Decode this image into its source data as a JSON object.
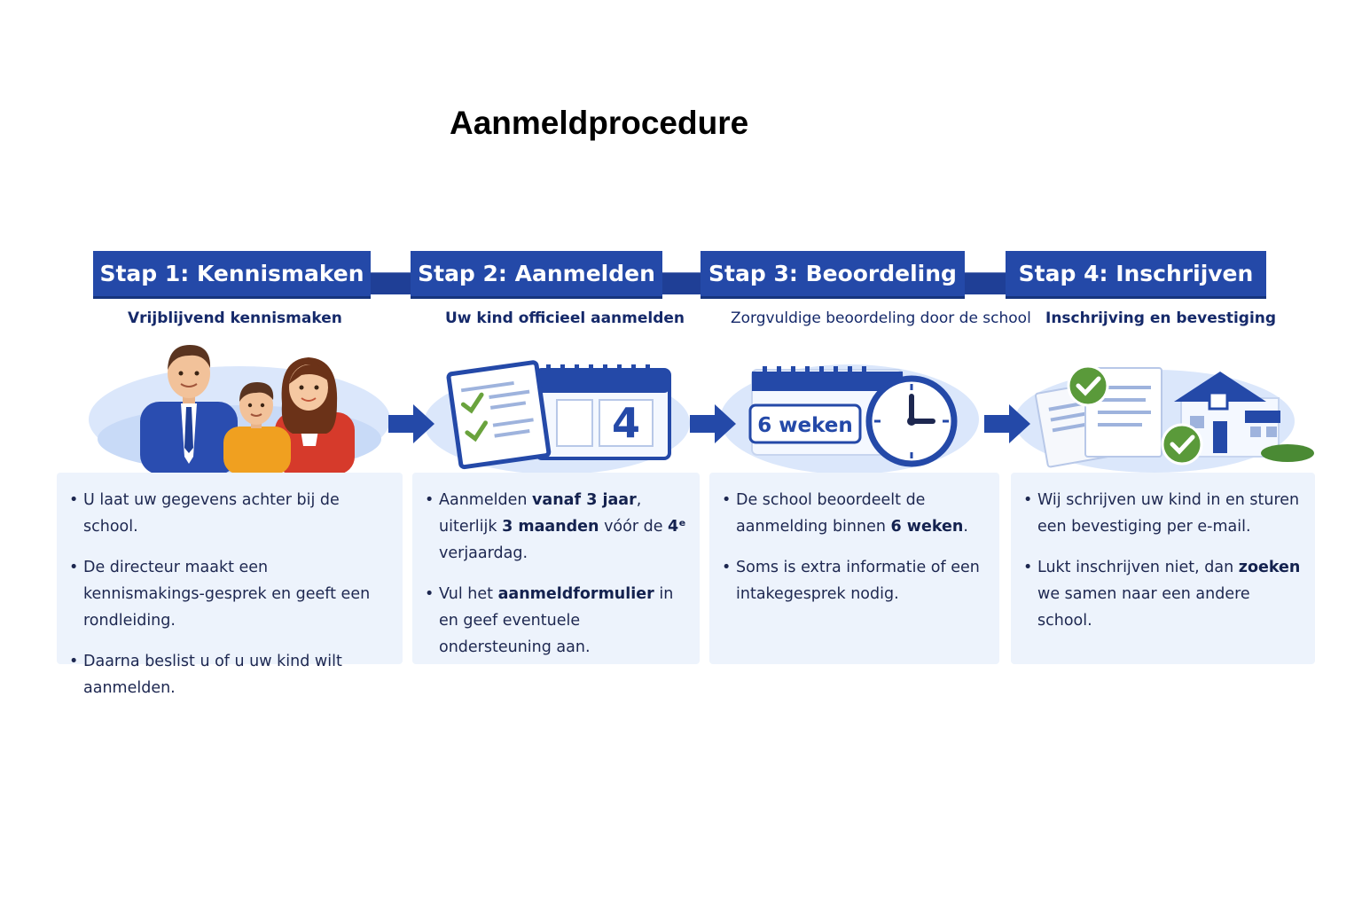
{
  "title": "Aanmeldprocedure",
  "colors": {
    "primary_blue": "#2449a8",
    "dark_blue": "#16347d",
    "card_background": "#edf3fc",
    "check_green": "#5a9a3a",
    "text_dark": "#1d2750"
  },
  "steps": [
    {
      "heading": "Stap 1: Kennismaken",
      "subtitle": "Vrijblijvend kennismaken",
      "illustration": "family-icon",
      "bullets": [
        {
          "text": "U laat uw gegevens achter bij de school."
        },
        {
          "text": "De directeur maakt een kennismakings-gesprek en geeft een rondleiding."
        },
        {
          "text": "Daarna beslist u of u uw kind wilt aanmelden."
        }
      ]
    },
    {
      "heading": "Stap 2: Aanmelden",
      "subtitle": "Uw kind officieel aanmelden",
      "illustration": "checklist-calendar-icon",
      "calendar_number": "4",
      "bullets": [
        {
          "pre": "Aanmelden ",
          "bold1": "vanaf 3 jaar",
          "mid": ", uiterlijk ",
          "bold2": "3 maanden",
          "mid2": " vóór de ",
          "bold3": "4ᵉ",
          "post": " verjaardag."
        },
        {
          "pre": "Vul het ",
          "bold1": "aanmeldformulier",
          "post": " in en geef eventuele ondersteuning aan."
        }
      ]
    },
    {
      "heading": "Stap 3: Beoordeling",
      "subtitle": "Zorgvuldige beoordeling door de school",
      "illustration": "calendar-clock-icon",
      "badge": "6 weken",
      "bullets": [
        {
          "pre": "De school beoordeelt de aanmelding binnen ",
          "bold1": "6 weken",
          "post": "."
        },
        {
          "pre": "Soms is extra informatie of een intakegesprek nodig."
        }
      ]
    },
    {
      "heading": "Stap 4: Inschrijven",
      "subtitle": "Inschrijving en bevestiging",
      "illustration": "documents-school-check-icon",
      "bullets": [
        {
          "pre": "Wij schrijven uw kind in en sturen een bevestiging per e-mail."
        },
        {
          "pre": "Lukt inschrijven niet, dan ",
          "bold1": "zoeken",
          "post": " we samen naar een andere school."
        }
      ]
    }
  ]
}
